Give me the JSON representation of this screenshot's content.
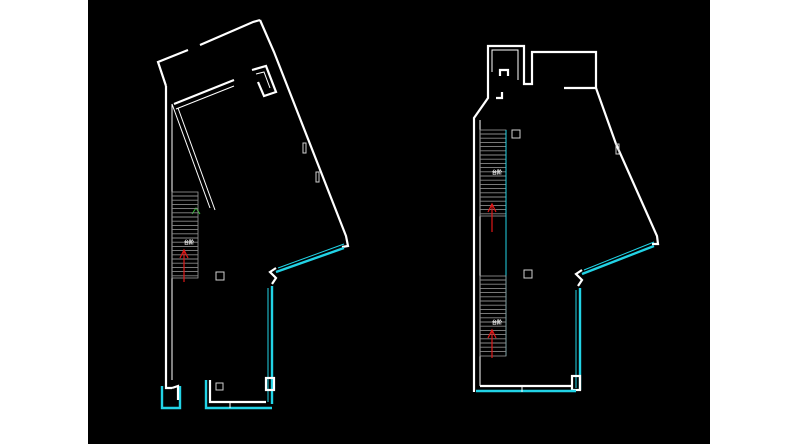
{
  "drawing": {
    "background": "#000000",
    "wall_color": "#ffffff",
    "window_color": "#22d3e6",
    "stair_arrow_color": "#e01818",
    "stair_color": "#8a8a8a"
  },
  "plans": [
    {
      "stair_labels": [
        "台阶"
      ]
    },
    {
      "stair_labels": [
        "台阶",
        "台阶"
      ]
    }
  ]
}
